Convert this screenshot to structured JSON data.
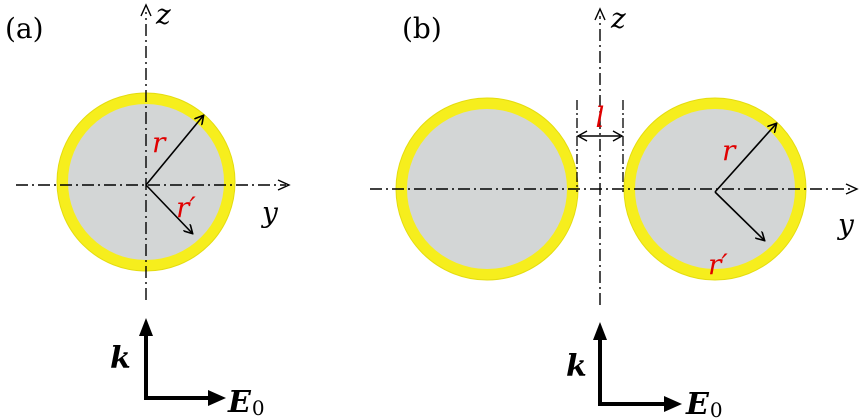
{
  "panels": {
    "a": {
      "label": "(a)",
      "z_label": "z",
      "y_label": "y",
      "r_label": "r",
      "r_prime_label": "r′"
    },
    "b": {
      "label": "(b)",
      "z_label": "z",
      "y_label": "y",
      "r_label": "r",
      "r_prime_label": "r′",
      "gap_label": "l"
    }
  },
  "vectors": {
    "k_label": "k",
    "E_label": "E",
    "E_subscript": "0"
  },
  "colors": {
    "shell": "#f6ee1d",
    "shell_outline": "#e4dc10",
    "core": "#d3d6d6",
    "label_red": "#e00000"
  }
}
